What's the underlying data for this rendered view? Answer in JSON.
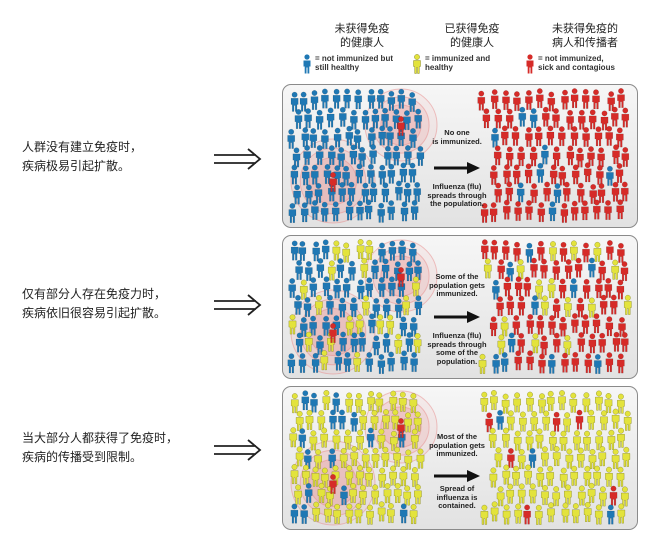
{
  "colors": {
    "not_immunized_healthy": "#1f78b4",
    "immunized_healthy": "#e3e33c",
    "sick_contagious": "#d62b28",
    "infection_ring": "#e88a8a"
  },
  "legend": [
    {
      "zh": "未获得免疫\n的健康人",
      "en": "= not immunized but\nstill healthy",
      "color_key": "not_immunized_healthy"
    },
    {
      "zh": "已获得免疫\n的健康人",
      "en": "= immunized and\nhealthy",
      "color_key": "immunized_healthy"
    },
    {
      "zh": "未获得免疫的\n病人和传播者",
      "en": "= not immunized,\nsick and contagious",
      "color_key": "sick_contagious"
    }
  ],
  "scenarios": [
    {
      "caption": "人群没有建立免疫时，\n疾病极易引起扩散。",
      "text_top": "No one\nis immunized.",
      "text_bottom": "Influenza (flu)\nspreads through\nthe population.",
      "immunized_share_left": 0.0,
      "immunized_share_right": 0.0,
      "sick_share_right": 0.95
    },
    {
      "caption": "仅有部分人存在免疫力时，\n疾病依旧很容易引起扩散。",
      "text_top": "Some of the\npopulation gets\nimmunized.",
      "text_bottom": "Influenza (flu)\nspreads through\nsome of the\npopulation.",
      "immunized_share_left": 0.25,
      "immunized_share_right": 0.15,
      "sick_share_right": 0.72
    },
    {
      "caption": "当大部分人都获得了免疫时，\n疾病的传播受到限制。",
      "text_top": "Most of the\npopulation gets\nimmunized.",
      "text_bottom": "Spread of\ninfluenza is\ncontained.",
      "immunized_share_left": 0.85,
      "immunized_share_right": 0.85,
      "sick_share_right": 0.06
    }
  ]
}
